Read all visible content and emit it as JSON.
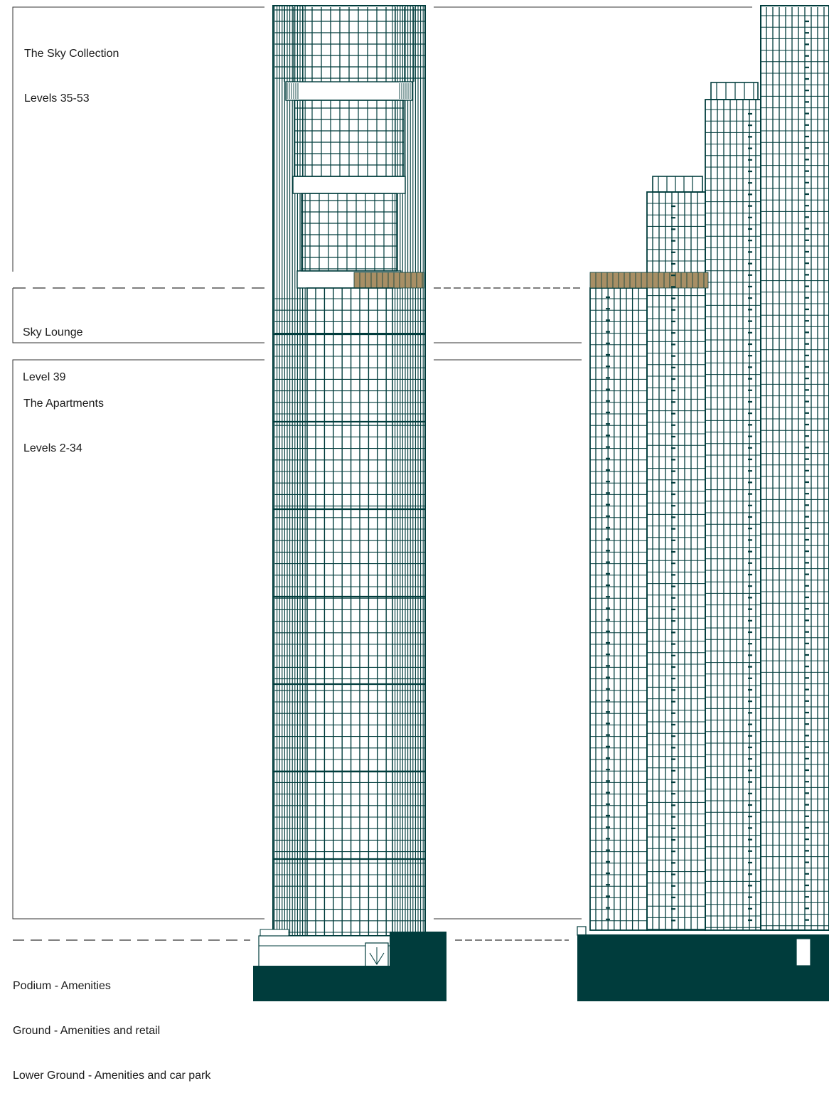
{
  "colors": {
    "structure": "#003c3c",
    "accent": "#a88f65",
    "ink": "#1a1a1a"
  },
  "sections": {
    "sky_collection": {
      "title": "The Sky Collection",
      "levels": "Levels 35-53"
    },
    "sky_lounge": {
      "title": "Sky Lounge",
      "levels": "Level 39"
    },
    "apartments": {
      "title": "The Apartments",
      "levels": "Levels 2-34"
    },
    "base": {
      "line1": "Podium - Amenities",
      "line2": "Ground - Amenities and retail",
      "line3": "Lower Ground - Amenities and car park"
    }
  }
}
